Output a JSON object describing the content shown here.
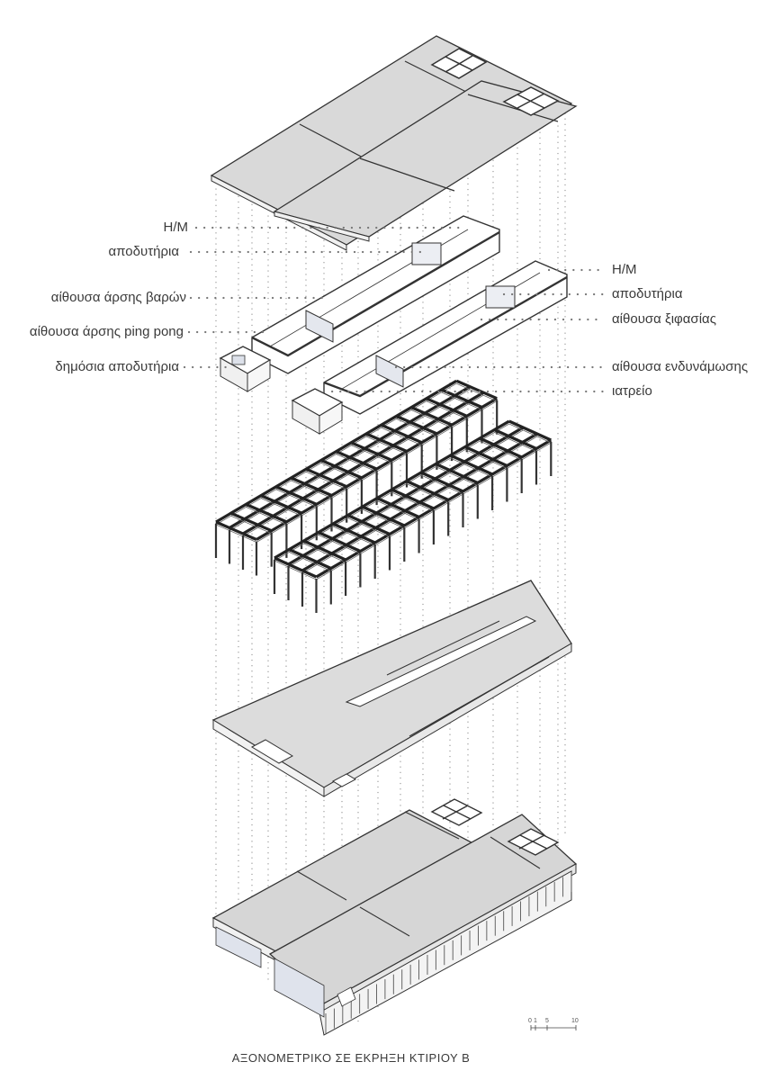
{
  "labels_left": [
    "Η/Μ",
    "αποδυτήρια",
    "αίθουσα άρσης βαρών",
    "αίθουσα άρσης ping pong",
    "δημόσια αποδυτήρια"
  ],
  "labels_right": [
    "Η/Μ",
    "αποδυτήρια",
    "αίθουσα ξιφασίας",
    "αίθουσα ενδυνάμωσης",
    "ιατρείο"
  ],
  "scale_bar": {
    "ticks": [
      "0",
      "1",
      "5",
      "10"
    ]
  },
  "caption": "ΑΞΟΝΟΜΕΤΡΙΚΟ ΣΕ ΕΚΡΗΞΗ ΚΤΙΡΙΟΥ Β"
}
